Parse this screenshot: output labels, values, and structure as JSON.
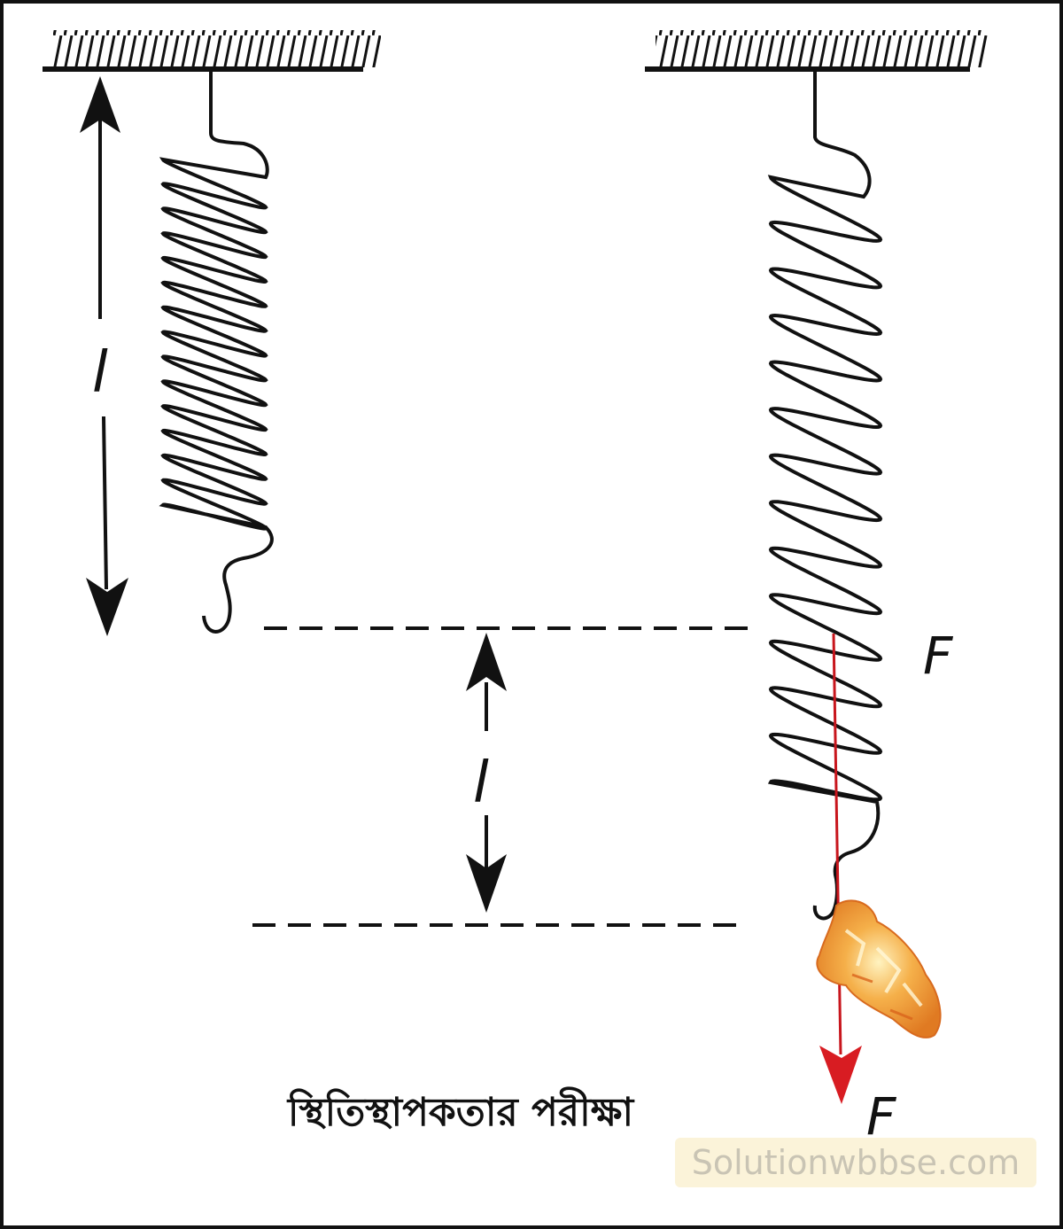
{
  "diagram": {
    "caption": "স্থিতিস্থাপকতার পরীক্ষা",
    "length_label_left": "l",
    "length_label_middle": "l",
    "force_label_upper": "F",
    "force_label_lower": "F",
    "watermark": "Solutionwbbse.com"
  },
  "colors": {
    "ink": "#111111",
    "force_arrow": "#c8161d",
    "weight_stone": "#f0a23a"
  }
}
